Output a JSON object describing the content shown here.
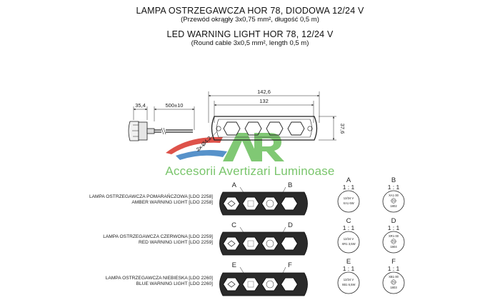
{
  "title": {
    "pl_main": "LAMPA OSTRZEGAWCZA HOR 78, DIODOWA 12/24 V",
    "pl_sub": "(Przewód okrągły 3x0,75 mm², długość 0,5 m)",
    "en_main": "LED WARNING LIGHT HOR 78, 12/24 V",
    "en_sub": "(Round cable 3x0,5 mm², length 0,5 m)"
  },
  "dimensions": {
    "side_depth": "35,4",
    "cable_length": "500±10",
    "overall_length": "142,6",
    "hole_spacing": "132",
    "height": "37,6",
    "diagonal": "2x Ø4,2"
  },
  "watermark": {
    "brand": "AR",
    "text": "Accesorii Avertizari Luminoase",
    "colors": {
      "red": "#d9342b",
      "blue": "#3a7fc1",
      "green": "#6bbf5c"
    }
  },
  "variants": [
    {
      "pl": "LAMPA OSTRZEGAWCZA POMARAŃCZOWA [LDO 2258]",
      "en": "AMBER WARNING LIGHT [LDO 2258]",
      "left_tag": "A",
      "right_tag": "B"
    },
    {
      "pl": "LAMPA OSTRZEGAWCZA CZERWONA [LDO 2259]",
      "en": "RED WARNING LIGHT [LDO 2259]",
      "left_tag": "C",
      "right_tag": "D"
    },
    {
      "pl": "LAMPA OSTRZEGAWCZA NIEBIESKA [LDO 2260]",
      "en": "BLUE WARNING LIGHT [LDO 2260]",
      "left_tag": "E",
      "right_tag": "F"
    }
  ],
  "details": [
    {
      "letter": "A",
      "scale": "1 : 1",
      "lines": [
        "12/24 V",
        "XA1 6W"
      ]
    },
    {
      "letter": "B",
      "scale": "1 : 1",
      "lines": [
        "XA1 00",
        "E9",
        "1802"
      ]
    },
    {
      "letter": "C",
      "scale": "1 : 1",
      "lines": [
        "12/24 V",
        "XR1 3,5W"
      ]
    },
    {
      "letter": "D",
      "scale": "1 : 1",
      "lines": [
        "XR1 00",
        "E9",
        "1804"
      ]
    },
    {
      "letter": "E",
      "scale": "1 : 1",
      "lines": [
        "12/24 V",
        "XB1 6,5W"
      ]
    },
    {
      "letter": "F",
      "scale": "1 : 1",
      "lines": [
        "XB1 00",
        "E9",
        "1803"
      ]
    }
  ]
}
